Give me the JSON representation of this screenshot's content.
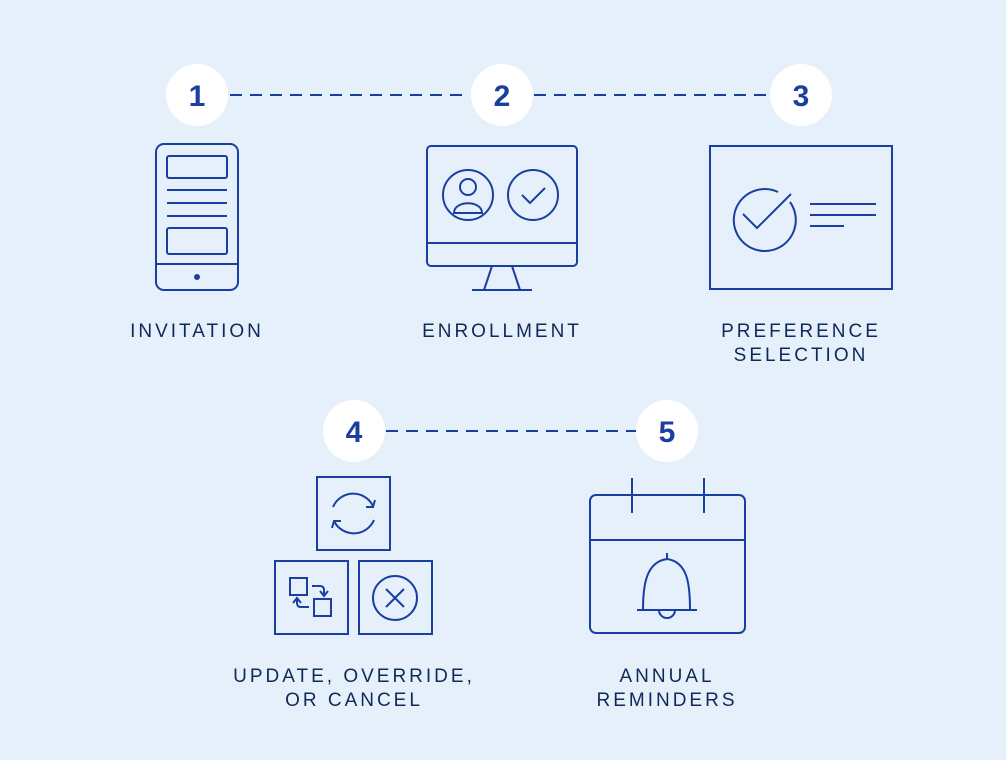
{
  "steps": [
    {
      "number": "1",
      "line1": "INVITATION",
      "line2": ""
    },
    {
      "number": "2",
      "line1": "ENROLLMENT",
      "line2": ""
    },
    {
      "number": "3",
      "line1": "PREFERENCE",
      "line2": "SELECTION"
    },
    {
      "number": "4",
      "line1": "UPDATE, OVERRIDE,",
      "line2": "OR CANCEL"
    },
    {
      "number": "5",
      "line1": "ANNUAL",
      "line2": "REMINDERS"
    }
  ],
  "colors": {
    "background": "#e5f0fb",
    "stroke": "#1b3fa0",
    "badge_bg": "#ffffff",
    "number": "#1b3fa0",
    "label": "#0f2a59"
  },
  "icons": [
    "mobile-phone-icon",
    "monitor-profile-check-icon",
    "certificate-check-icon",
    "update-override-cancel-icon",
    "calendar-bell-icon"
  ]
}
